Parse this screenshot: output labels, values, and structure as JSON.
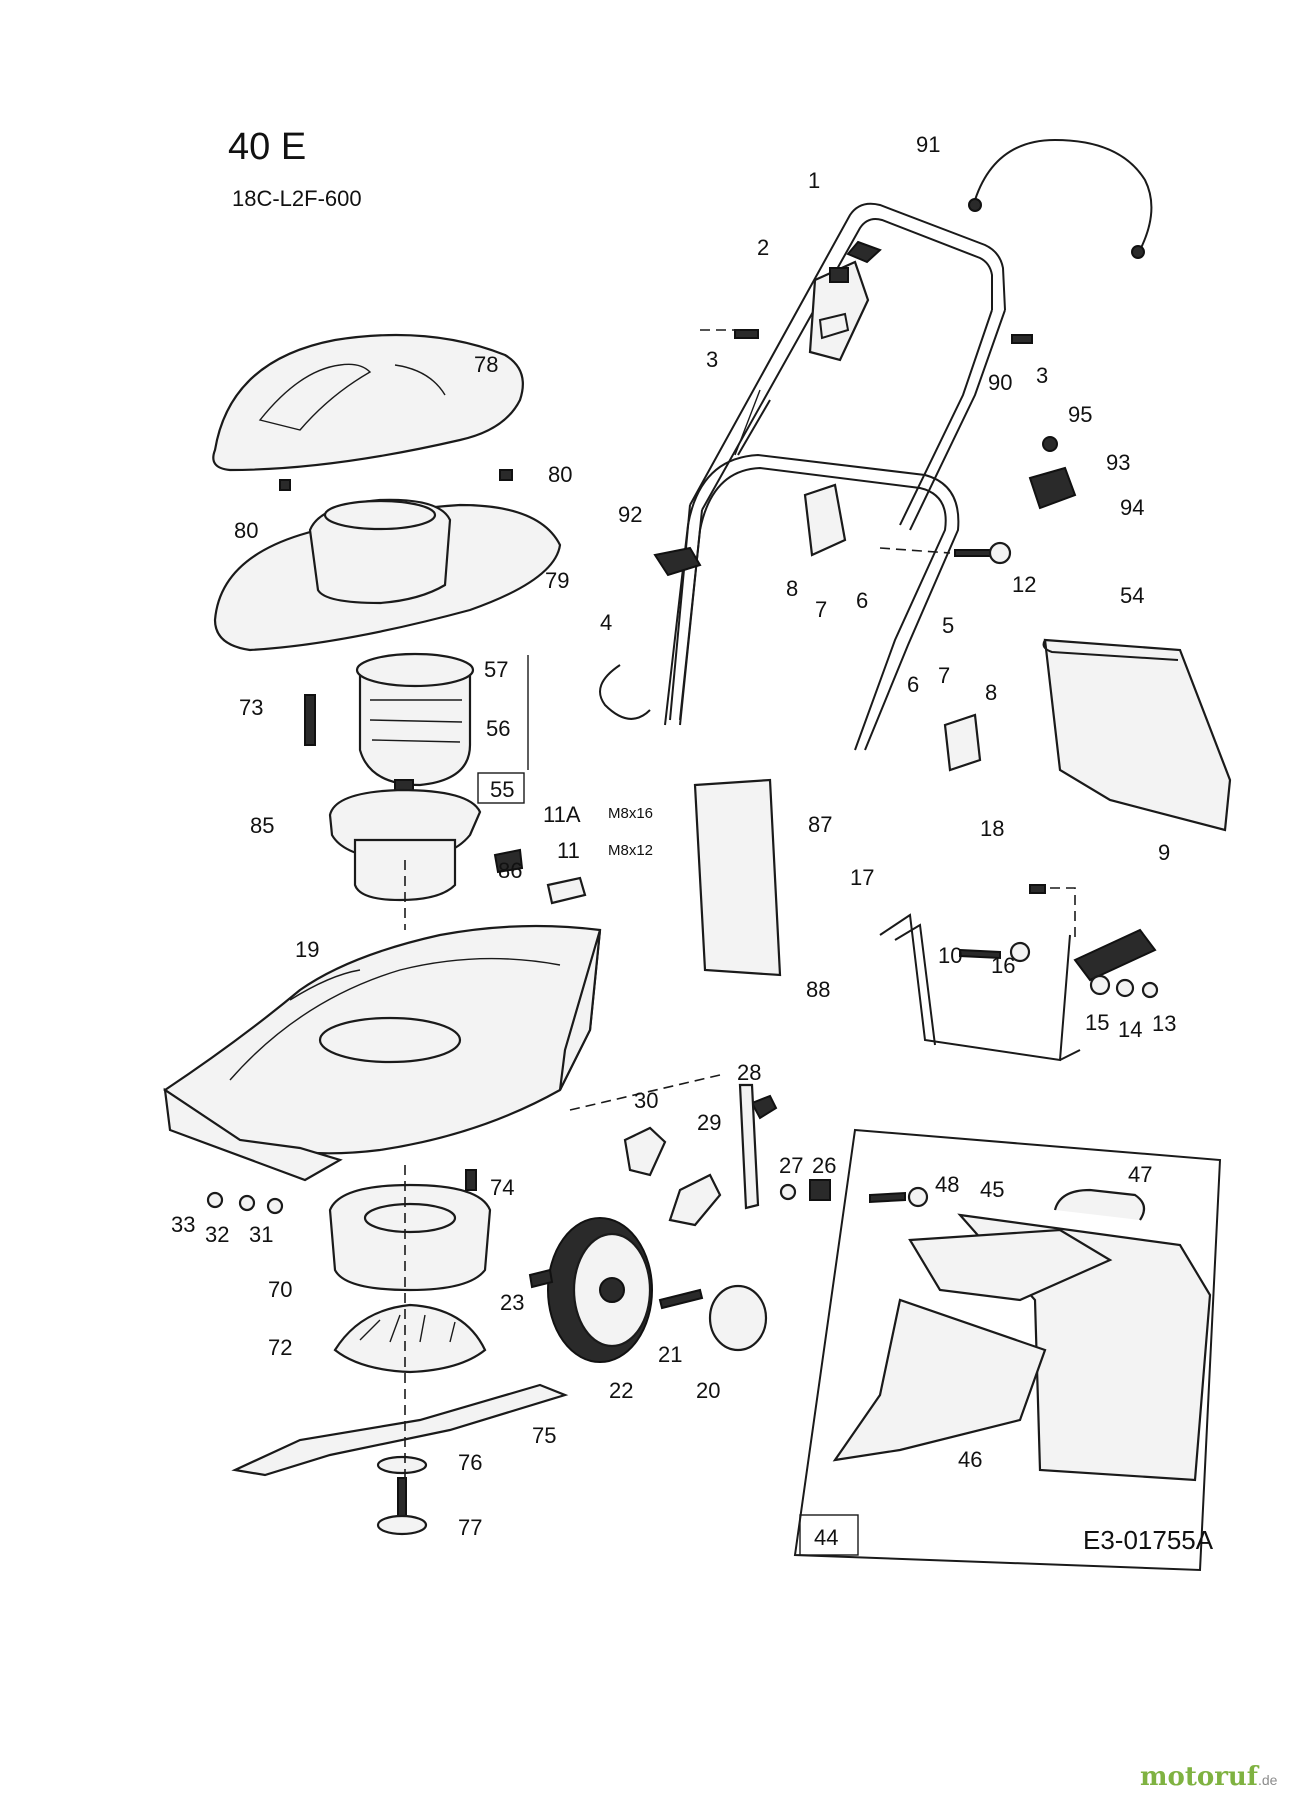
{
  "header": {
    "model": "40 E",
    "part_number": "18C-L2F-600"
  },
  "footer": {
    "doc_ref": "E3-01755A"
  },
  "watermark": {
    "brand": "motoruf",
    "suffix": ".de"
  },
  "callouts": [
    "1",
    "2",
    "3",
    "3",
    "4",
    "5",
    "6",
    "6",
    "7",
    "7",
    "8",
    "8",
    "9",
    "10",
    "11",
    "11A",
    "12",
    "13",
    "14",
    "15",
    "16",
    "17",
    "18",
    "19",
    "20",
    "21",
    "22",
    "23",
    "26",
    "27",
    "28",
    "29",
    "30",
    "31",
    "32",
    "33",
    "44",
    "45",
    "46",
    "47",
    "48",
    "54",
    "55",
    "56",
    "57",
    "70",
    "72",
    "73",
    "74",
    "75",
    "76",
    "77",
    "78",
    "79",
    "80",
    "80",
    "85",
    "86",
    "87",
    "88",
    "90",
    "91",
    "92",
    "93",
    "94",
    "95"
  ],
  "bolt_sizes": {
    "m8x16": "M8x16",
    "m8x12": "M8x12"
  },
  "colors": {
    "ink": "#1a1a1a",
    "brand_green": "#7fb241",
    "brand_dark_green": "#5a8a2a",
    "brand_grey": "#8c8c8c"
  }
}
